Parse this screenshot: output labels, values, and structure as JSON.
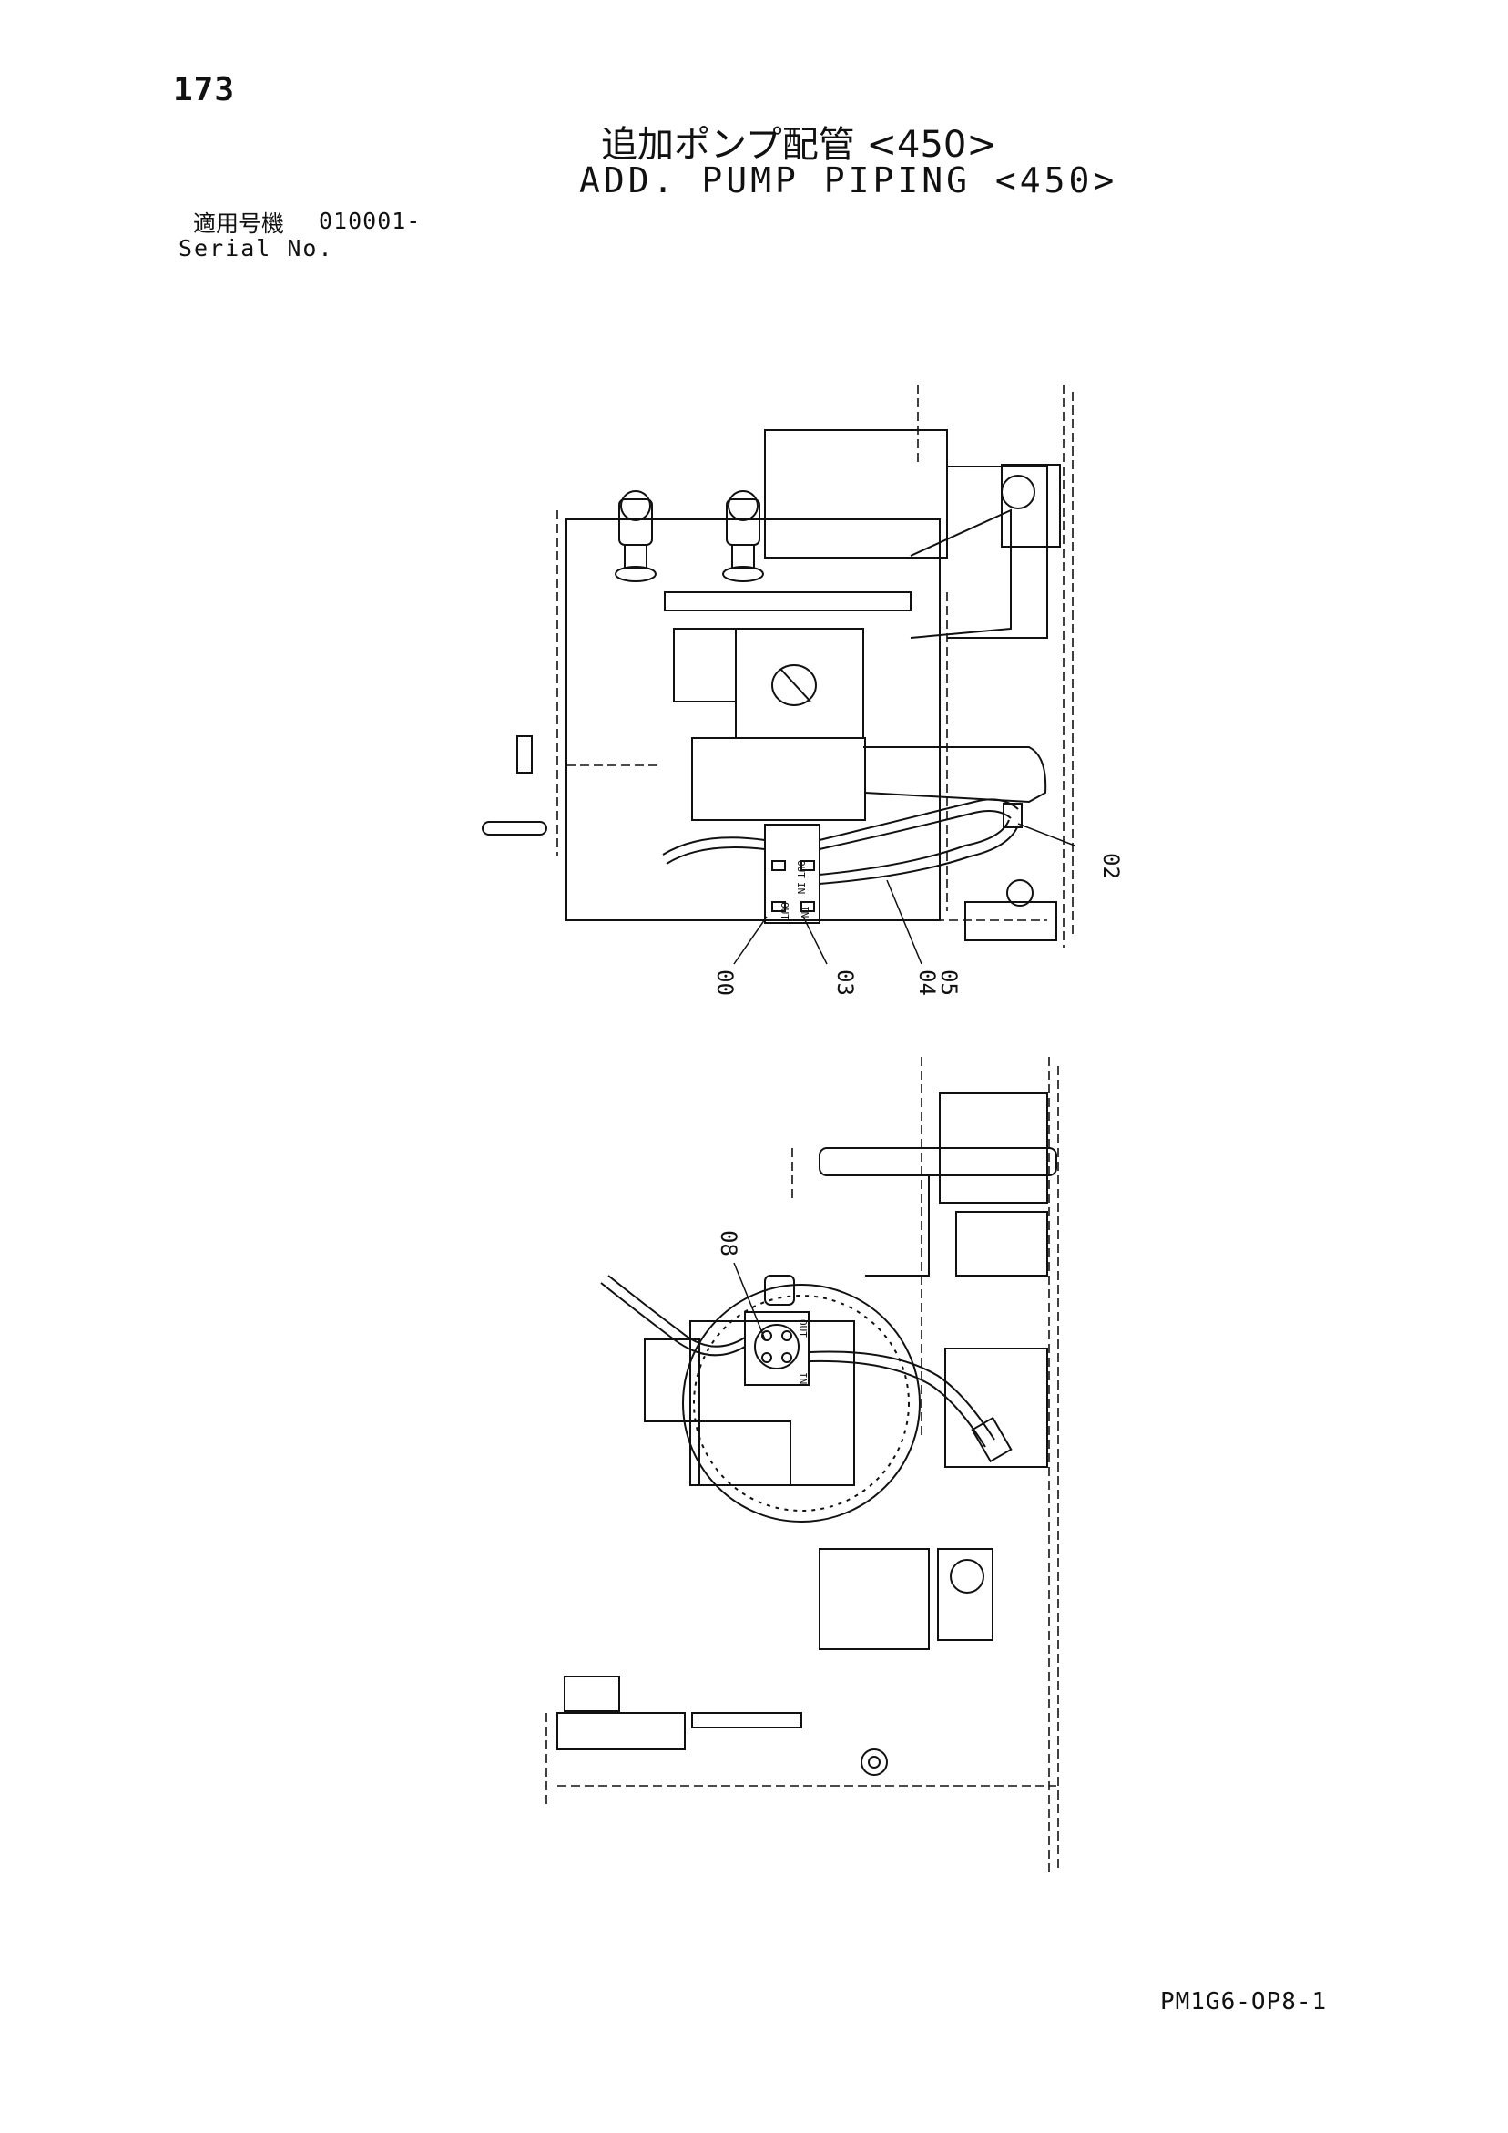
{
  "page": {
    "number": "173",
    "title_jp": "追加ポンプ配管 <450>",
    "title_en": "ADD.  PUMP PIPING <450>",
    "serial_label_jp": "適用号機",
    "serial_value": "010001-",
    "serial_label_en": "Serial No.",
    "footer_code": "PM1G6-OP8-1"
  },
  "drawings": {
    "top_view": {
      "callouts": [
        "00",
        "03",
        "04",
        "05",
        "02"
      ],
      "port_labels": [
        "OUT",
        "IN",
        "OUT",
        "IN"
      ]
    },
    "side_view": {
      "callouts": [
        "08"
      ],
      "port_labels": [
        "OUT",
        "IN"
      ]
    }
  }
}
